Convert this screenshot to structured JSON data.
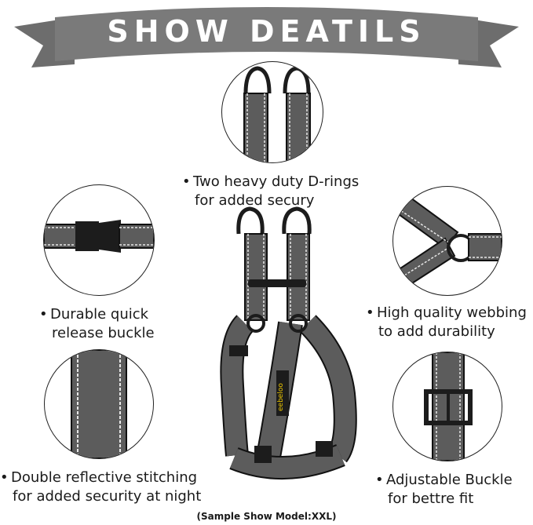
{
  "banner": {
    "title": "SHOW DEATILS"
  },
  "features": {
    "drings": {
      "line1": "Two heavy duty D-rings",
      "line2": "for added secury",
      "bullet": "•"
    },
    "buckle": {
      "line1": "Durable quick",
      "line2": "release buckle",
      "bullet": "•"
    },
    "webbing": {
      "line1": "High quality webbing",
      "line2": "to add durability",
      "bullet": "•"
    },
    "stitching": {
      "line1": "Double reflective stitching",
      "line2": "for added security at night",
      "bullet": "•"
    },
    "adjustable": {
      "line1": "Adjustable Buckle",
      "line2": "for bettre fit",
      "bullet": "•"
    }
  },
  "product": {
    "brand_tag": "eebeloo"
  },
  "footer": {
    "note": "(Sample Show Model:XXL)"
  },
  "colors": {
    "banner": "#7a7a7a",
    "webbing": "#5c5c5c",
    "hardware": "#1c1c1c",
    "stitch": "#e8e8e8"
  }
}
